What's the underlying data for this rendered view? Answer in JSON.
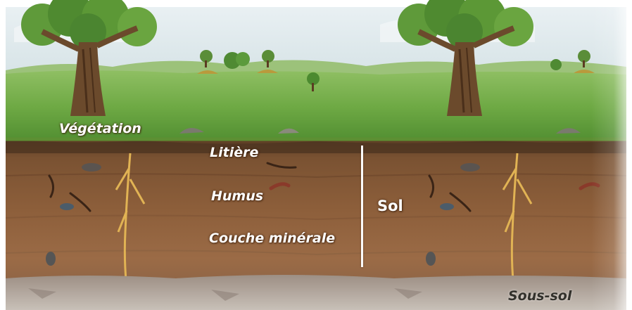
{
  "labels": {
    "vegetation": "Végétation",
    "litiere": "Litière",
    "humus": "Humus",
    "couche_minerale": "Couche minérale",
    "sol": "Sol",
    "sous_sol": "Sous-sol"
  },
  "colors": {
    "sky": "#dfe9ee",
    "grass": "#6faa45",
    "litter": "#6b4a2a",
    "humus": "#8a5a36",
    "mineral": "#9b6a45",
    "bedrock": "#b7aca1"
  }
}
